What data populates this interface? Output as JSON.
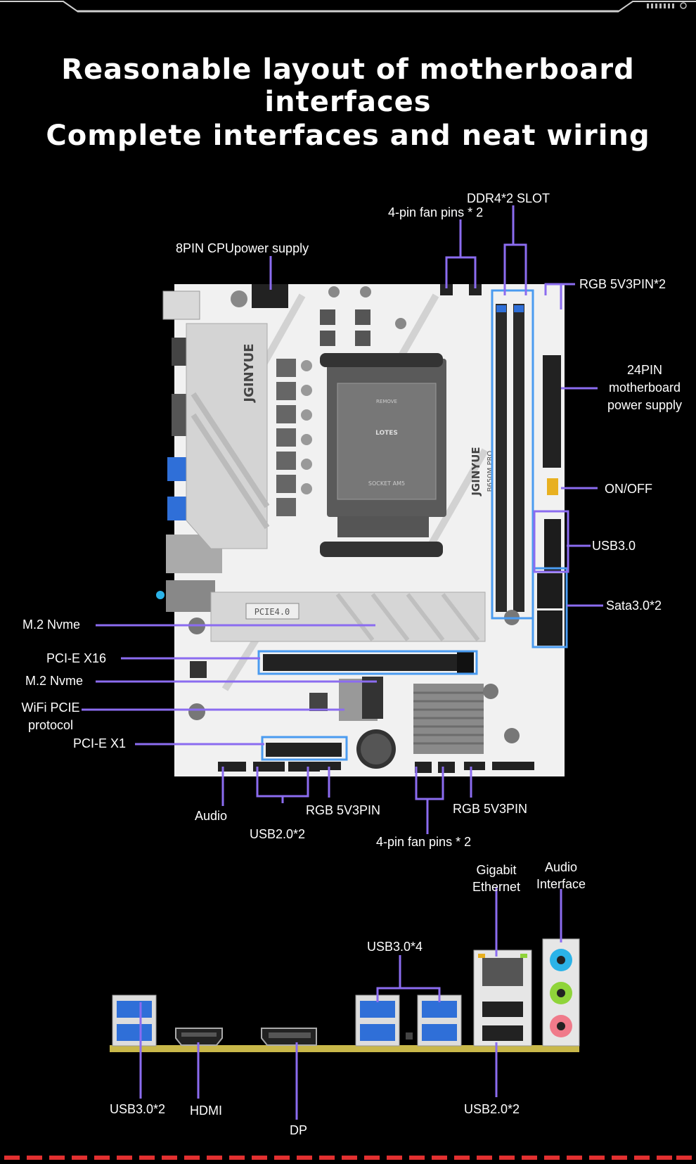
{
  "titles": {
    "line1": "Reasonable layout of motherboard interfaces",
    "line2": "Complete interfaces and neat wiring"
  },
  "board_labels": {
    "ddr4": "DDR4*2 SLOT",
    "fan_top": "4-pin fan pins * 2",
    "cpu_power": "8PIN CPUpower supply",
    "rgb_top": "RGB 5V3PIN*2",
    "atx_line1": "24PIN",
    "atx_line2": "motherboard",
    "atx_line3": "power supply",
    "onoff": "ON/OFF",
    "usb30": "USB3.0",
    "sata": "Sata3.0*2",
    "m2_top": "M.2 Nvme",
    "pcie_x16": "PCI-E X16",
    "m2_bottom": "M.2 Nvme",
    "wifi_line1": "WiFi PCIE",
    "wifi_line2": "protocol",
    "pcie_x1": "PCI-E X1",
    "audio": "Audio",
    "rgb_bottom_left": "RGB 5V3PIN",
    "rgb_bottom_right": "RGB 5V3PIN",
    "usb20": "USB2.0*2",
    "fan_bottom": "4-pin fan pins * 2"
  },
  "board_silkscreen": {
    "brand": "JGINYUE",
    "model": "B650M PRO",
    "pcie_shield": "PCIE4.0",
    "socket": "SOCKET AM5",
    "lotes": "LOTES",
    "remove": "REMOVE"
  },
  "io_labels": {
    "usb30_4": "USB3.0*4",
    "ethernet_line1": "Gigabit",
    "ethernet_line2": "Ethernet",
    "audio_line1": "Audio",
    "audio_line2": "Interface",
    "usb30_2": "USB3.0*2",
    "hdmi": "HDMI",
    "dp": "DP",
    "usb20_2": "USB2.0*2"
  },
  "colors": {
    "background": "#000000",
    "pointer": "#8b6cf0",
    "highlight_box": "#4a9bf0",
    "board": "#f1f1f1",
    "usb_blue": "#2f6fd8",
    "audio_blue": "#2bb3e8",
    "audio_green": "#8fd43a",
    "audio_pink": "#f07a8a",
    "io_strip": "#c9b84a"
  }
}
